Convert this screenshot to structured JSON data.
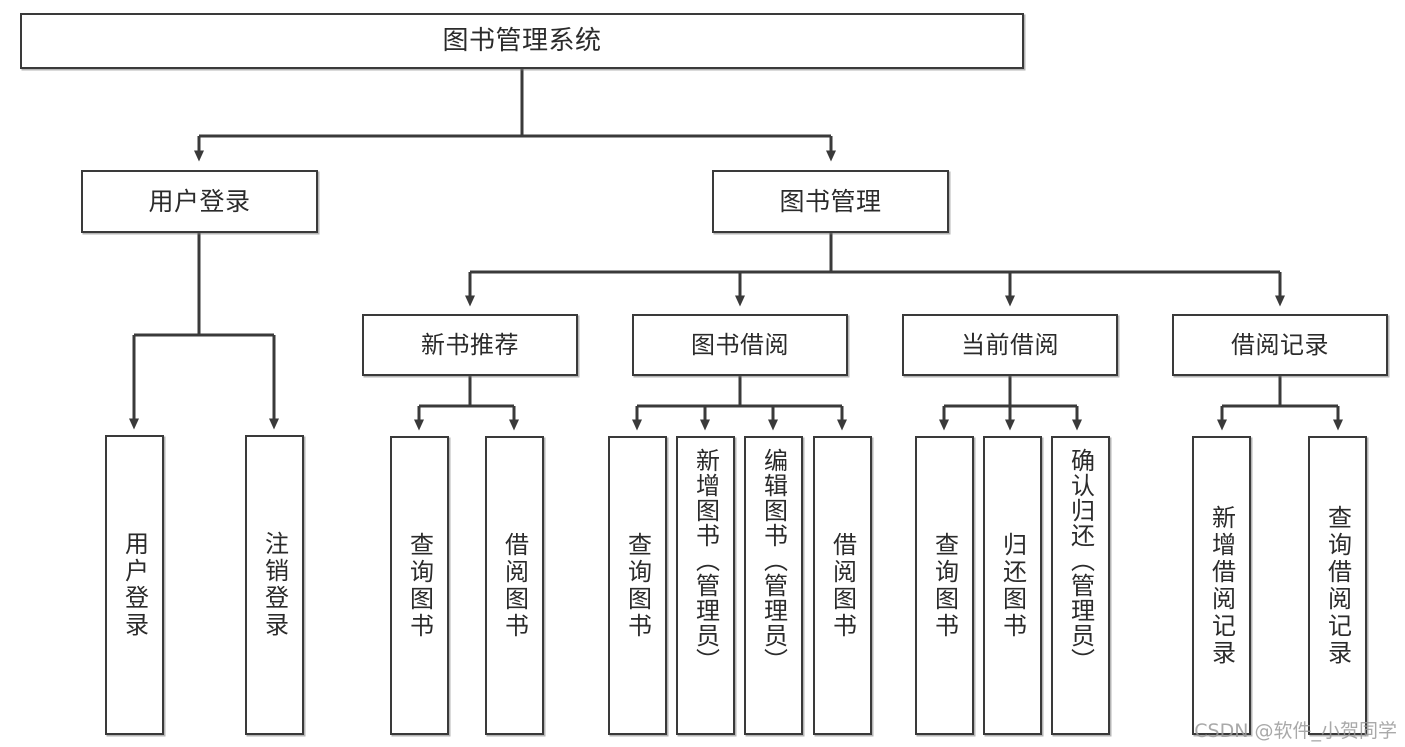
{
  "diagram": {
    "title": "图书管理系统",
    "watermark": "CSDN @软件_小贺同学",
    "line_color": "#3a3a3a",
    "box_fill": "#ffffff",
    "text_color": "#2b2b2b"
  },
  "nodes": {
    "root": {
      "label": "图书管理系统"
    },
    "level2": [
      {
        "label": "用户登录"
      },
      {
        "label": "图书管理"
      }
    ],
    "level3": [
      {
        "label": "新书推荐"
      },
      {
        "label": "图书借阅"
      },
      {
        "label": "当前借阅"
      },
      {
        "label": "借阅记录"
      }
    ],
    "leaves_user_login": [
      {
        "label": "用户登录"
      },
      {
        "label": "注销登录"
      }
    ],
    "leaves_new_book": [
      {
        "label": "查询图书"
      },
      {
        "label": "借阅图书"
      }
    ],
    "leaves_borrow": [
      {
        "label": "查询图书"
      },
      {
        "label": "新增图书（管理员）"
      },
      {
        "label": "编辑图书（管理员）"
      },
      {
        "label": "借阅图书"
      }
    ],
    "leaves_current": [
      {
        "label": "查询图书"
      },
      {
        "label": "归还图书"
      },
      {
        "label": "确认归还（管理员）"
      }
    ],
    "leaves_record": [
      {
        "label": "新增借阅记录"
      },
      {
        "label": "查询借阅记录"
      }
    ]
  }
}
